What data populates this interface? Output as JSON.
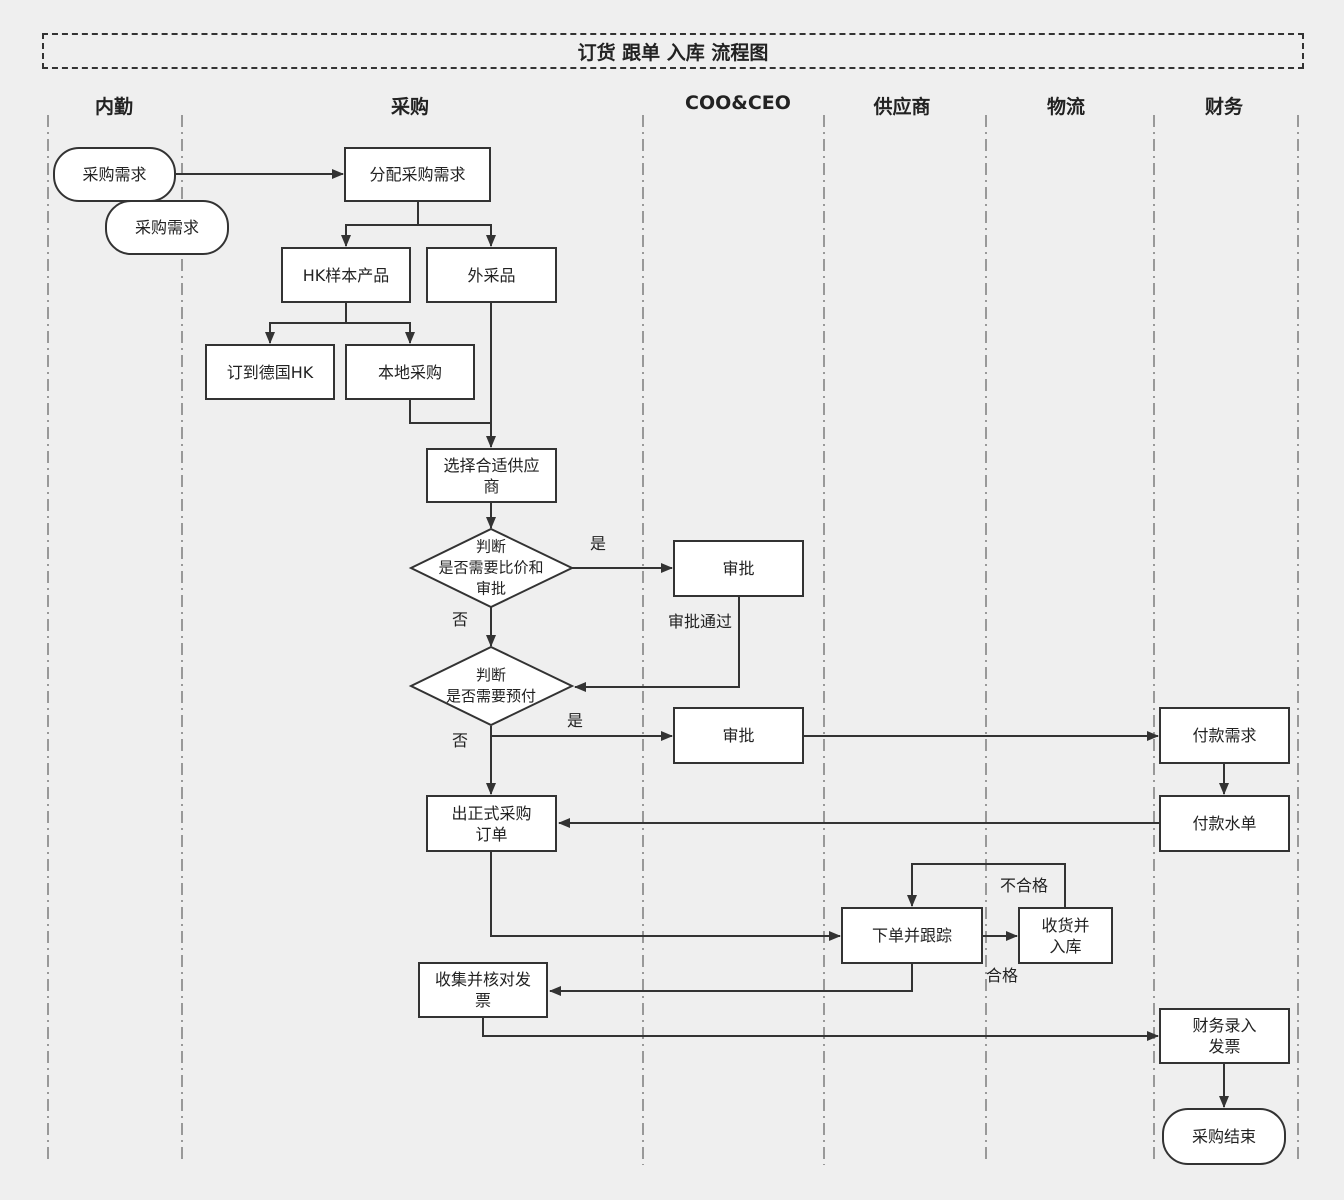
{
  "title": "订货 跟单 入库 流程图",
  "lanes": [
    "内勤",
    "采购",
    "COO&CEO",
    "供应商",
    "物流",
    "财务"
  ],
  "nodes": {
    "req1": "采购需求",
    "req2": "采购需求",
    "assign": "分配采购需求",
    "hk_sample": "HK样本产品",
    "outsourced": "外采品",
    "order_de_hk": "订到德国HK",
    "local_purchase": "本地采购",
    "select_supplier": "选择合适供应商",
    "decision1": [
      "判断",
      "是否需要比价和",
      "审批"
    ],
    "approve1": "审批",
    "decision2": [
      "判断",
      "是否需要预付"
    ],
    "approve2": "审批",
    "pay_request": "付款需求",
    "pay_slip": "付款水单",
    "formal_po": "出正式采购订单",
    "place_track": "下单并跟踪",
    "receive_store": "收货并入库",
    "collect_invoice": "收集并核对发票",
    "fin_record": "财务录入发票",
    "end": "采购结束"
  },
  "edge_labels": {
    "yes1": "是",
    "no1": "否",
    "approved": "审批通过",
    "yes2": "是",
    "no2": "否",
    "unqualified": "不合格",
    "qualified": "合格"
  }
}
